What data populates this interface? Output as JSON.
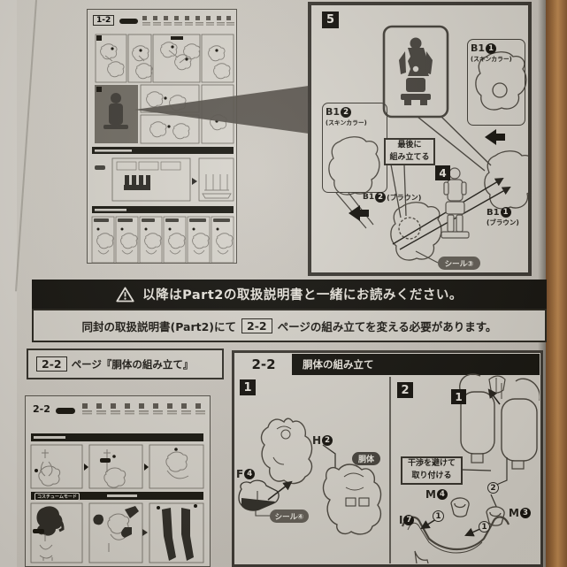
{
  "colors": {
    "wood": "#8a5a33",
    "paper": "#cfccc5",
    "panel_bg": "#d7d4cd",
    "ink": "#2f2d29",
    "bar_black": "#14130f",
    "pill_gray": "#615d56",
    "body_pill_dark": "#46433e",
    "silhouette": "#46433e"
  },
  "icons": {
    "warning": "!",
    "arrow_solid": "left-black-arrow"
  },
  "thumb_page_1": {
    "page_label": "1-2"
  },
  "magnified_panel": {
    "step_5": "5",
    "step_4": "4",
    "assemble_last_lines": [
      "最後に",
      "組み立てる"
    ],
    "b1_1_skin": {
      "prefix": "B1",
      "num": "1",
      "paren": "(スキンカラー)"
    },
    "b1_2_skin": {
      "prefix": "B1",
      "num": "2",
      "paren": "(スキンカラー)"
    },
    "b1_2_brown": {
      "prefix": "B1",
      "num": "2",
      "paren": "(ブラウン)"
    },
    "b1_1_brown": {
      "prefix": "B1",
      "num": "1",
      "paren": "(ブラウン)"
    },
    "seal_3": "シール③"
  },
  "notice": {
    "banner": "以降はPart2の取扱説明書と一緒にお読みください。",
    "line_before": "同封の取扱説明書(Part2)にて",
    "page_ref": "2-2",
    "line_after": "ページの組み立てを変える必要があります。"
  },
  "section_heading": {
    "page_ref": "2-2",
    "title": "ページ『胴体の組み立て』"
  },
  "thumb_page_2": {
    "page_label": "2-2",
    "costume_bar_label": "コスチュームモード"
  },
  "assembly_panel": {
    "page_ref": "2-2",
    "title": "胴体の組み立て",
    "step_1": "1",
    "step_2": "2",
    "sub_step_1": "1",
    "part_h": {
      "prefix": "H",
      "num": "2"
    },
    "part_f": {
      "prefix": "F",
      "num": "4"
    },
    "part_m4": {
      "prefix": "M",
      "num": "4"
    },
    "part_m3": {
      "prefix": "M",
      "num": "3"
    },
    "part_i": {
      "prefix": "I",
      "num": "7"
    },
    "body_pill": "胴体",
    "seal_4": "シール④",
    "callout_lines": [
      "干渉を避けて",
      "取り付ける"
    ],
    "circled_1": "1",
    "circled_2": "2"
  }
}
